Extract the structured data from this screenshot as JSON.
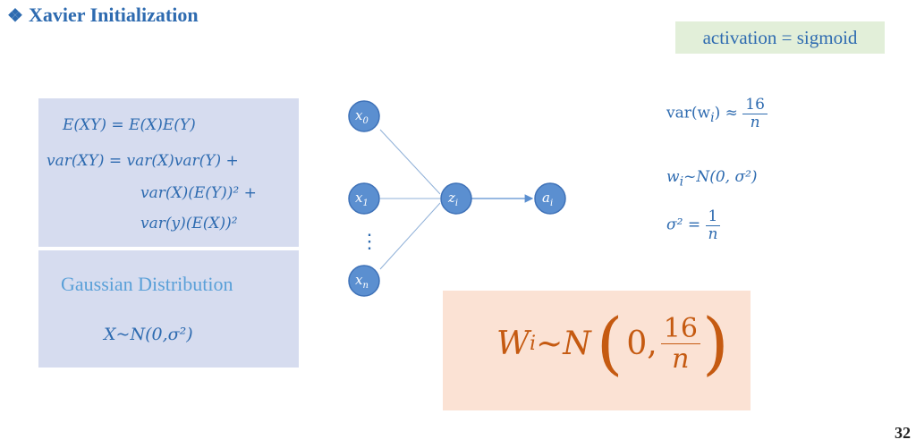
{
  "title": {
    "bullet": "❖",
    "text": "Xavier Initialization"
  },
  "activation": "activation = sigmoid",
  "left_formulas": {
    "line1": "E(XY) = E(X)E(Y)",
    "line2": "var(XY) = var(X)var(Y) +",
    "line3": "var(X)(E(Y))² +",
    "line4": "var(y)(E(X))²"
  },
  "gaussian": {
    "label": "Gaussian Distribution",
    "formula": "X~N(0,σ²)"
  },
  "network": {
    "inputs": [
      "x",
      "x",
      "x"
    ],
    "input_subs": [
      "0",
      "1",
      "n"
    ],
    "hidden": "z",
    "hidden_sub": "i",
    "output": "a",
    "output_sub": "i",
    "dots": "⋮"
  },
  "right_formulas": {
    "var_prefix": "var(w",
    "var_sub": "i",
    "var_suffix": ") ≈",
    "var_num": "16",
    "var_den": "n",
    "w_prefix": "w",
    "w_sub": "i",
    "w_suffix": "~N(0, σ²)",
    "sigma_prefix": "σ² =",
    "sigma_num": "1",
    "sigma_den": "n"
  },
  "result": {
    "prefix": "W",
    "sub": "i",
    "mid": "~N",
    "zero": "0,",
    "num": "16",
    "den": "n"
  },
  "page_number": "32",
  "colors": {
    "accent": "#2e6bb0",
    "node": "#5b8fd0",
    "result": "#c55a11"
  }
}
